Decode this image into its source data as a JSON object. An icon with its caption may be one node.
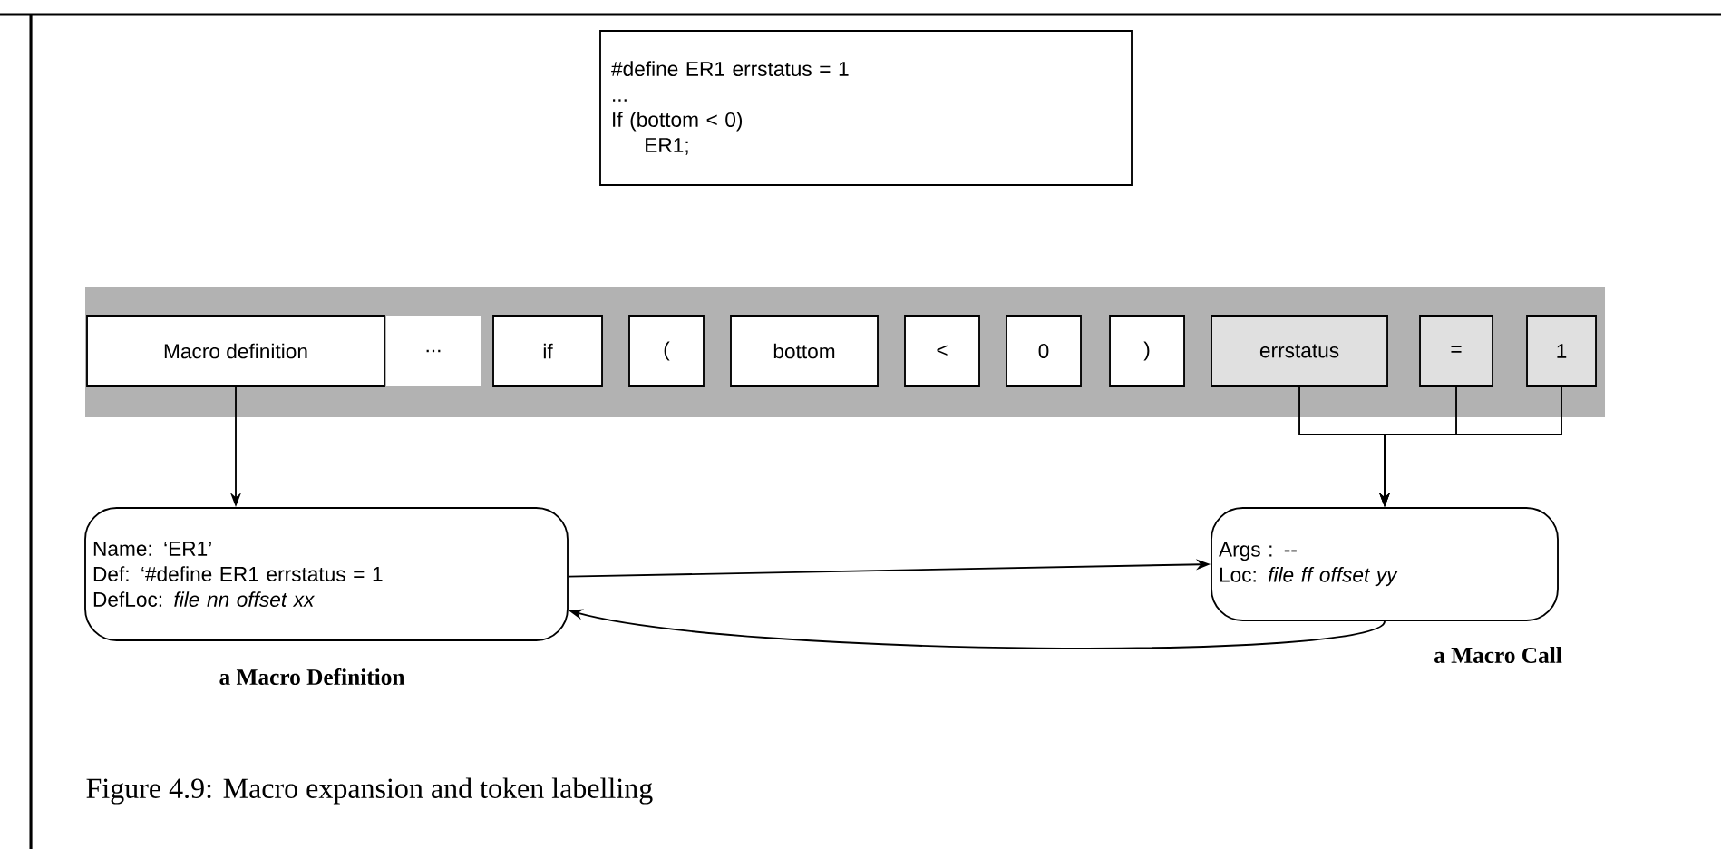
{
  "diagram": {
    "caption": "Figure 4.9: Macro expansion and token labelling",
    "nodes": [
      {
        "text": [
          "#define ER1     errstatus = 1",
          "...",
          "If (bottom < 0)",
          "ER1;"
        ]
      },
      {
        "text": [],
        "shape": "bar"
      },
      {
        "text": [
          "Macro definition"
        ],
        "in": 1
      },
      {
        "text": [
          "..."
        ],
        "in": 1
      },
      {
        "text": [
          "if"
        ],
        "in": 1
      },
      {
        "text": [
          "("
        ],
        "in": 1
      },
      {
        "text": [
          "bottom"
        ],
        "in": 1
      },
      {
        "text": [
          "<"
        ],
        "in": 1
      },
      {
        "text": [
          "0"
        ],
        "in": 1
      },
      {
        "text": [
          ")"
        ],
        "in": 1
      },
      {
        "text": [
          "errstatus"
        ],
        "in": 1
      },
      {
        "text": [
          "="
        ],
        "in": 1
      },
      {
        "text": [
          "1"
        ],
        "in": 1
      },
      {
        "text": [
          "Name: ‘ER1’",
          "Def: ‘#define ER1 errstatus = 1",
          "DefLoc:  *file nn offset xx*"
        ],
        "beside": [
          "a Macro Definition"
        ]
      },
      {
        "text": [
          "Args : --",
          "Loc: *file ff offset yy*"
        ],
        "beside": [
          "a Macro Call"
        ]
      }
    ],
    "edges": [
      {
        "from": 2,
        "to": 13,
        "arrow": "to"
      },
      {
        "from": 10,
        "to": 14,
        "arrow": "to"
      },
      {
        "from": 11,
        "to": 14,
        "arrow": "to"
      },
      {
        "from": 12,
        "to": 14,
        "arrow": "to"
      },
      {
        "from": 13,
        "to": 14,
        "arrow": "to"
      },
      {
        "from": 14,
        "to": 13,
        "arrow": "to"
      }
    ]
  }
}
